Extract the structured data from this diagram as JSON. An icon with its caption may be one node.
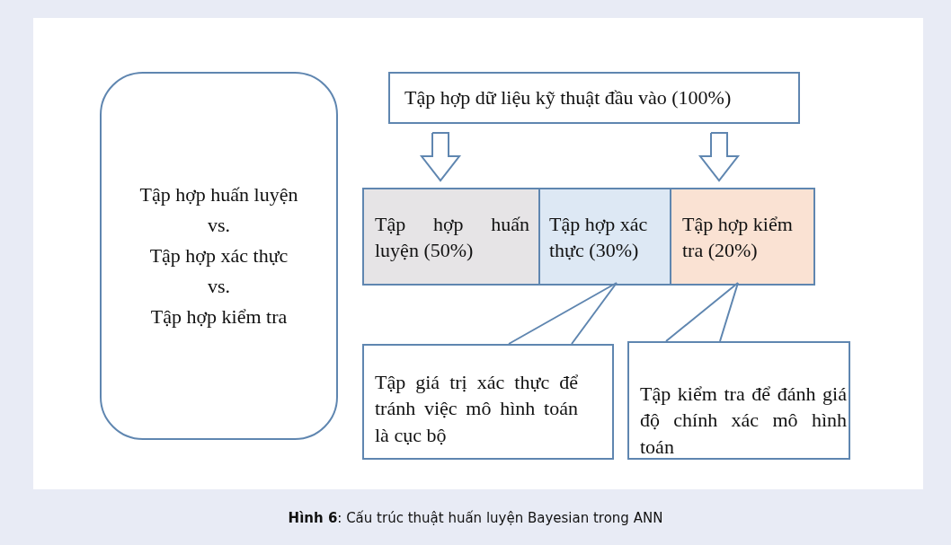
{
  "diagram": {
    "caption": "**Hình 6**: Cấu trúc thuật huấn luyện Bayesian trong ANN",
    "nodes": [
      {
        "text": [
          "Tập hợp huấn luyện",
          "vs.",
          "Tập hợp xác thực",
          "vs.",
          "Tập hợp kiểm tra"
        ]
      },
      {
        "text": [
          "Tập hợp dữ liệu kỹ thuật đầu vào (100%)"
        ]
      },
      {
        "text": [
          "Tập hợp huấn luyện (50%)"
        ]
      },
      {
        "text": [
          "Tập hợp xác thực (30%)"
        ]
      },
      {
        "text": [
          "Tập hợp kiểm tra (20%)"
        ]
      },
      {
        "text": [
          "Tập giá trị xác thực để tránh việc mô hình toán là cục bộ"
        ]
      },
      {
        "text": [
          "Tập kiểm tra để đánh giá độ chính xác mô hình toán"
        ]
      }
    ],
    "edges": [
      {
        "from": 1,
        "to": 2,
        "arrow": "to"
      },
      {
        "from": 1,
        "to": 4,
        "arrow": "to"
      },
      {
        "from": 5,
        "to": 3,
        "arrow": "none"
      },
      {
        "from": 6,
        "to": 4,
        "arrow": "none"
      }
    ]
  }
}
